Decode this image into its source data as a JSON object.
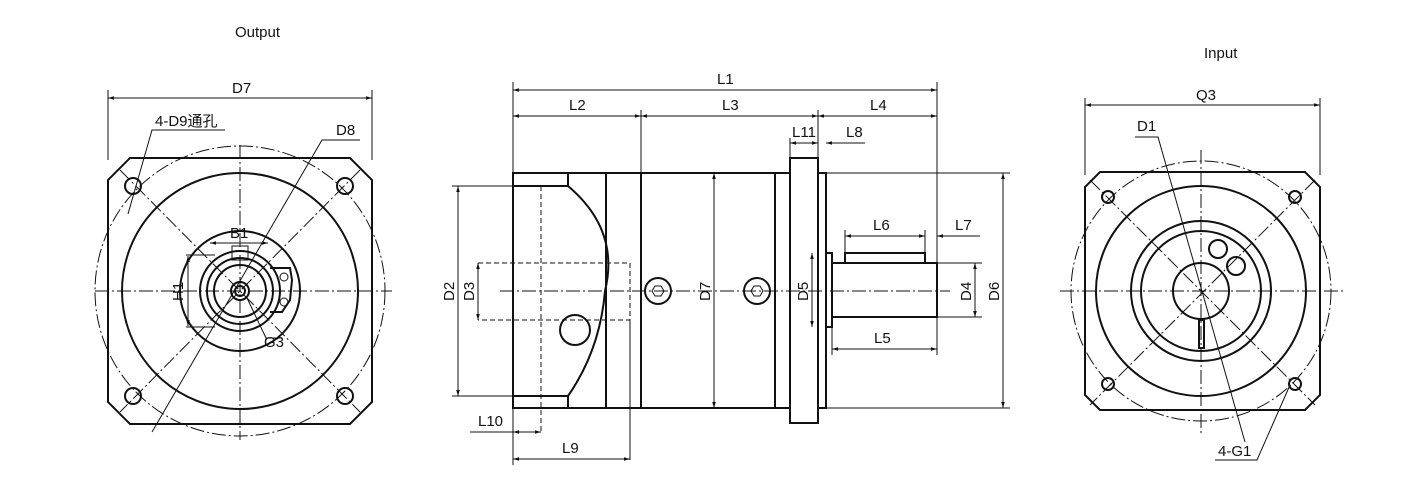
{
  "views": {
    "output": {
      "title": "Output",
      "labels": {
        "d7": "D7",
        "d9": "4-D9通孔",
        "d8": "D8",
        "b1": "B1",
        "h1": "H1",
        "g3": "G3"
      }
    },
    "side": {
      "labels": {
        "l1": "L1",
        "l2": "L2",
        "l3": "L3",
        "l4": "L4",
        "l11": "L11",
        "l8": "L8",
        "l6": "L6",
        "l7": "L7",
        "l5": "L5",
        "l9": "L9",
        "l10": "L10",
        "d2": "D2",
        "d3": "D3",
        "d7": "D7",
        "d5": "D5",
        "d4": "D4",
        "d6": "D6"
      }
    },
    "input": {
      "title": "Input",
      "labels": {
        "q3": "Q3",
        "d1": "D1",
        "g1": "4-G1"
      }
    }
  }
}
